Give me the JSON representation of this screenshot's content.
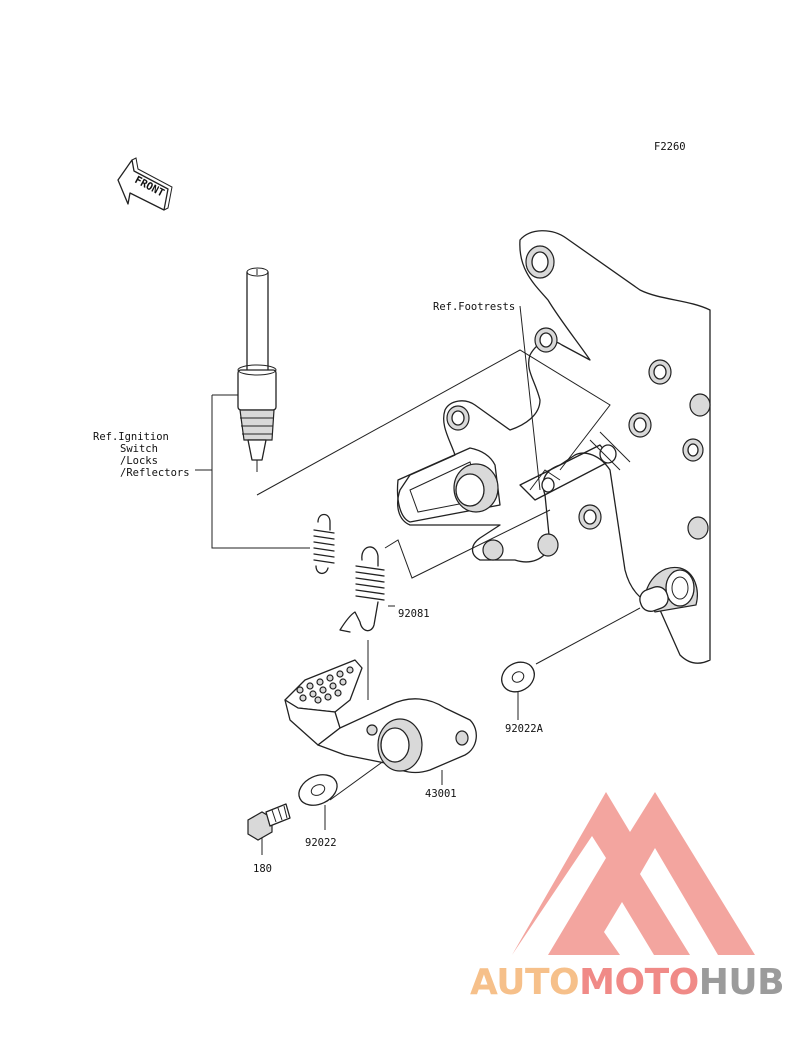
{
  "diagram_code": "F2260",
  "front_indicator": "FRONT",
  "labels": {
    "ref_footrests": "Ref.Footrests",
    "ref_ignition": [
      "Ref.Ignition",
      "Switch",
      "/Locks",
      "/Reflectors"
    ],
    "spring": "92081",
    "washer_a": "92022A",
    "pedal": "43001",
    "washer": "92022",
    "bolt": "180"
  },
  "watermark": {
    "part1": "AUTO",
    "part2": "MOTO",
    "part3": "HUB",
    "color1": "#f6c08a",
    "color2": "#f08a87",
    "color3": "#9b9b9b",
    "logo_color": "#f29b95"
  }
}
